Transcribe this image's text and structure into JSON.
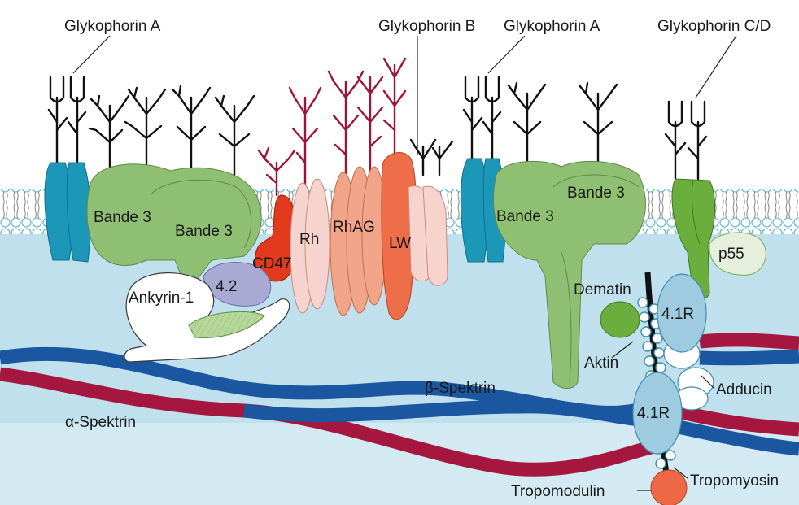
{
  "labels": {
    "glykophorin_a_left": "Glykophorin A",
    "glykophorin_b": "Glykophorin B",
    "glykophorin_a_right": "Glykophorin A",
    "glykophorin_cd": "Glykophorin C/D",
    "bande3_1": "Bande 3",
    "bande3_2": "Bande 3",
    "bande3_3": "Bande 3",
    "bande3_4": "Bande 3",
    "cd47": "CD47",
    "rh": "Rh",
    "rhag": "RhAG",
    "lw": "LW",
    "p55": "p55",
    "protein_42": "4.2",
    "ankyrin": "Ankyrin-1",
    "dematin": "Dematin",
    "r41_top": "4.1R",
    "r41_bottom": "4.1R",
    "aktin": "Aktin",
    "adducin": "Adducin",
    "beta_spektrin": "β-Spektrin",
    "alpha_spektrin": "α-Spektrin",
    "tropomodulin": "Tropomodulin",
    "tropomyosin": "Tropomyosin"
  },
  "colors": {
    "cytoplasm": "#bfe0ec",
    "glykophorin": "#1c97b8",
    "bande3": "#8fbf72",
    "cd47": "#e23a1c",
    "rh": "#f6d3cd",
    "rhag": "#f2a488",
    "lw": "#ee6e4a",
    "spectrin_red": "#a6173f",
    "spectrin_blue": "#1a57a0",
    "protein41": "#9ecbe0",
    "dematin": "#6aaf3e",
    "tropomodulin": "#ee6845",
    "glycan_red": "#a01238"
  }
}
